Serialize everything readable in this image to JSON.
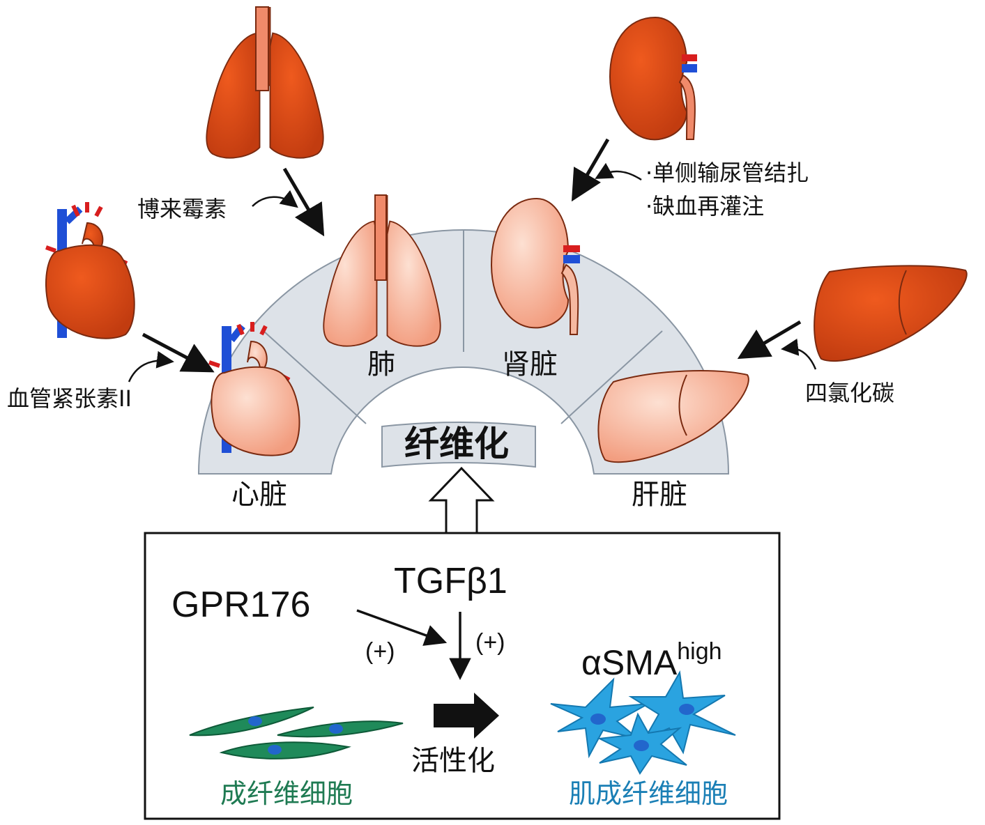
{
  "organs": {
    "heart": "心脏",
    "lung": "肺",
    "kidney": "肾脏",
    "liver": "肝脏"
  },
  "causes": {
    "heart": "血管紧张素II",
    "lung": "博来霉素",
    "kidney": [
      "·单侧输尿管结扎",
      "·缺血再灌注"
    ],
    "liver": "四氯化碳"
  },
  "center_label": "纤维化",
  "mechanism": {
    "gpr": "GPR176",
    "tgf": "TGFβ1",
    "plus1": "(+)",
    "plus2": "(+)",
    "asma": "αSMA",
    "asma_sup": "high",
    "activation": "活性化",
    "fibroblast": "成纤维细胞",
    "myofibroblast": "肌成纤维细胞"
  },
  "colors": {
    "organ_dark": "#d94b1a",
    "organ_light": "#f6b9a1",
    "outline": "#7a2a10",
    "arc_fill": "#dde2e8",
    "fibroblast": "#1f8a5a",
    "myofibroblast": "#2aa3e0",
    "nucleus": "#2266cc"
  }
}
